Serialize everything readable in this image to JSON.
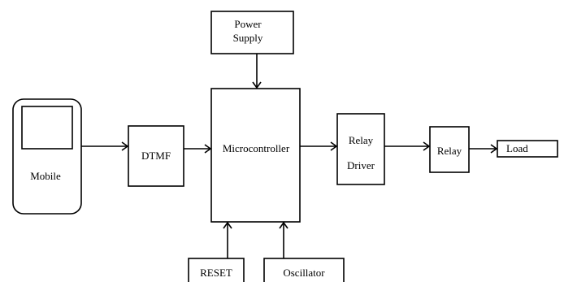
{
  "blocks": {
    "mobile": "Mobile",
    "dtmf": "DTMF",
    "power_supply_line1": "Power",
    "power_supply_line2": "Supply",
    "microcontroller": "Microcontroller",
    "relay_driver_line1": "Relay",
    "relay_driver_line2": "Driver",
    "relay": "Relay",
    "load": "Load",
    "reset": "RESET",
    "oscillator": "Oscillator"
  },
  "connections": [
    {
      "from": "Mobile",
      "to": "DTMF"
    },
    {
      "from": "DTMF",
      "to": "Microcontroller"
    },
    {
      "from": "Power Supply",
      "to": "Microcontroller"
    },
    {
      "from": "RESET",
      "to": "Microcontroller"
    },
    {
      "from": "Oscillator",
      "to": "Microcontroller"
    },
    {
      "from": "Microcontroller",
      "to": "Relay Driver"
    },
    {
      "from": "Relay Driver",
      "to": "Relay"
    },
    {
      "from": "Relay",
      "to": "Load"
    }
  ]
}
